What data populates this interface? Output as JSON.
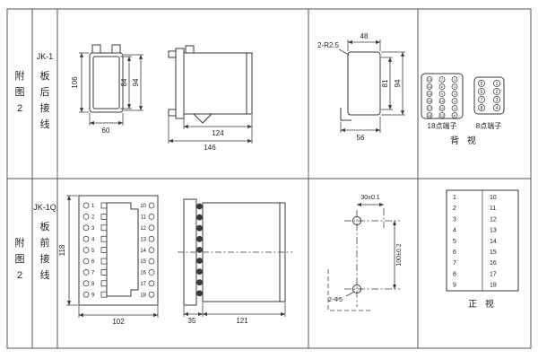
{
  "colors": {
    "line": "#3a3a3a",
    "text": "#222222",
    "border": "#555555",
    "bg": "#ffffff"
  },
  "top_row": {
    "fig": [
      "附",
      "图",
      "2"
    ],
    "model": "JK-1",
    "wiring": [
      "板",
      "后",
      "接",
      "线"
    ],
    "front_view": {
      "h": "106",
      "inner_h": "84",
      "right_h": "94",
      "w": "60"
    },
    "side_view": {
      "body": "124",
      "total": "146"
    },
    "cutout_view": {
      "radius": "2-R2.5",
      "w": "48",
      "inner_h": "81",
      "h": "94",
      "base": "56"
    },
    "terminals": {
      "t18": {
        "label": "18点端子",
        "rows": [
          [
            "13",
            "7",
            "1"
          ],
          [
            "14",
            "8",
            "2"
          ],
          [
            "15",
            "9",
            "3"
          ],
          [
            "16",
            "10",
            "4"
          ],
          [
            "17",
            "11",
            "5"
          ],
          [
            "18",
            "12",
            "6"
          ]
        ]
      },
      "t8": {
        "label": "8点端子",
        "rows": [
          [
            "5",
            "1"
          ],
          [
            "6",
            "2"
          ],
          [
            "7",
            "3"
          ],
          [
            "8",
            "4"
          ]
        ]
      },
      "view": "背 视"
    }
  },
  "bottom_row": {
    "fig": [
      "附",
      "图",
      "2"
    ],
    "model": "JK-1Q",
    "wiring": [
      "板",
      "前",
      "接",
      "线"
    ],
    "front_view": {
      "h": "118",
      "w": "102",
      "left_pins": [
        "1",
        "2",
        "3",
        "4",
        "5",
        "6",
        "7",
        "8",
        "9"
      ],
      "right_pins": [
        "10",
        "11",
        "12",
        "13",
        "14",
        "15",
        "16",
        "17",
        "18"
      ]
    },
    "side_view": {
      "flange": "35",
      "body": "121"
    },
    "drill_view": {
      "pitch_x": "30±0.1",
      "pitch_y": "100±0.2",
      "holes": "2-Φ5"
    },
    "table": {
      "left": [
        "1",
        "2",
        "3",
        "4",
        "5",
        "6",
        "7",
        "8",
        "9"
      ],
      "right": [
        "10",
        "11",
        "12",
        "13",
        "14",
        "15",
        "16",
        "17",
        "18"
      ],
      "view": "正 视"
    }
  }
}
